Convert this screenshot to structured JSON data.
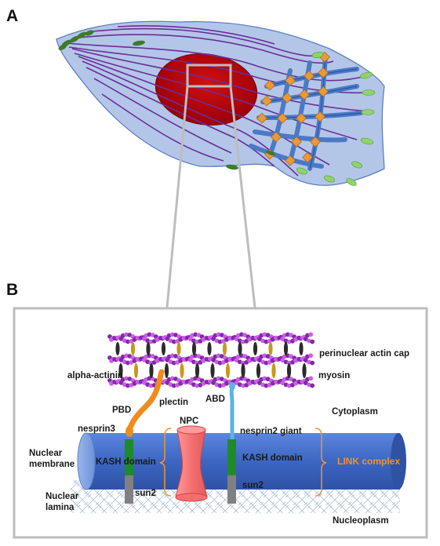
{
  "panels": {
    "a": "A",
    "b": "B"
  },
  "labels": {
    "actin_cap": "perinuclear actin cap",
    "alpha_actinin": "alpha-actinin",
    "myosin": "myosin",
    "plectin": "plectin",
    "abd": "ABD",
    "pbd": "PBD",
    "npc": "NPC",
    "cytoplasm": "Cytoplasm",
    "nesprin3": "nesprin3",
    "nesprin2_giant": "nesprin2 giant",
    "nuclear_membrane_1": "Nuclear",
    "nuclear_membrane_2": "membrane",
    "kash_left": "KASH domain",
    "kash_right": "KASH domain",
    "link_complex": "LINK complex",
    "sun2_left": "sun2",
    "sun2_right": "sun2",
    "nuclear_lamina_1": "Nuclear",
    "nuclear_lamina_2": "lamina",
    "nucleoplasm": "Nucleoplasm"
  },
  "colors": {
    "cell_fill": "#b3c6e8",
    "cell_stroke": "#5d7fc2",
    "nucleus": "#b0000a",
    "actin_fiber": "#6a2e98",
    "cap_fiber": "#4a79c8",
    "junction": "#e89a3a",
    "focal_adhesion_green": "#8fd36a",
    "focal_adhesion_dark": "#3f7a2a",
    "membrane_tube": "#3d67c4",
    "npc": "#f47a7a",
    "kash": "#1f8a2a",
    "sun2": "#808080",
    "nesprin3": "#f08c1e",
    "nesprin2": "#5ab4e6",
    "actin_bead_light": "#d35ae6",
    "actin_bead_dark": "#7a2ea6",
    "link_orange": "#f0952a",
    "lamina_mesh": "#93aed0"
  }
}
